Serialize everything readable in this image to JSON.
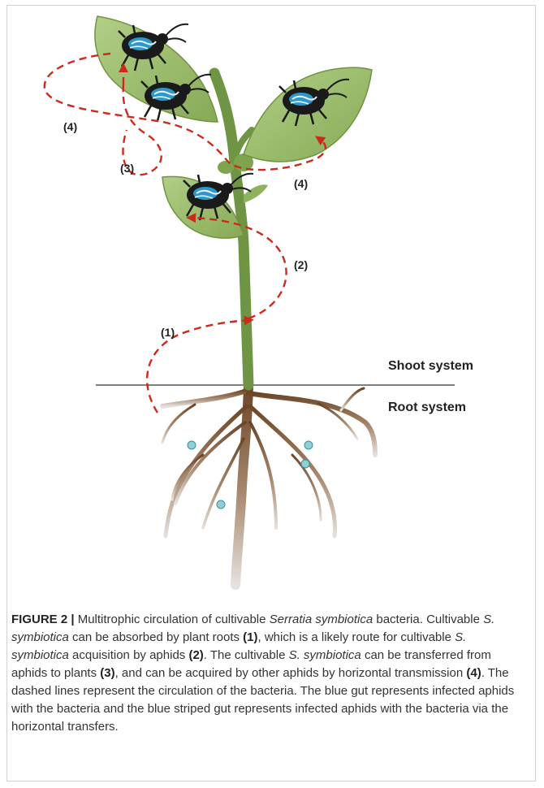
{
  "diagram": {
    "labels": {
      "shoot": "Shoot system",
      "root": "Root system"
    },
    "routes": [
      "(1)",
      "(2)",
      "(3)",
      "(4)"
    ]
  },
  "caption": {
    "figure_label": "FIGURE 2 |",
    "t01": " Multitrophic circulation of cultivable ",
    "t02": "Serratia symbiotica",
    "t03": " bacteria. Cultivable ",
    "t04": "S. symbiotica",
    "t05": " can be absorbed by plant roots ",
    "t06": "(1)",
    "t07": ", which is a likely route for cultivable ",
    "t08": "S. symbiotica",
    "t09": " acquisition by aphids ",
    "t10": "(2)",
    "t11": ". The cultivable ",
    "t12": "S. symbiotica",
    "t13": " can be transferred from aphids to plants ",
    "t14": "(3)",
    "t15": ", and can be acquired by other aphids by horizontal transmission ",
    "t16": "(4)",
    "t17": ". The dashed lines represent the circulation of the bacteria. The blue gut represents infected aphids with the bacteria and the blue striped gut represents infected aphids with the bacteria via the horizontal transfers."
  },
  "colors": {
    "leaf": "#9dbf6e",
    "stem": "#6f9443",
    "root_top": "#6b4526",
    "root_bottom": "#d9d3cc",
    "route_line": "#cc2a1e",
    "aphid_body": "#1a1a1a",
    "aphid_gut": "#2f97c9",
    "bacteria": "#8fd0d8"
  },
  "icons": [
    "aphid-icon",
    "bacteria-dot-icon",
    "leaf-shape",
    "root-system-shape"
  ]
}
